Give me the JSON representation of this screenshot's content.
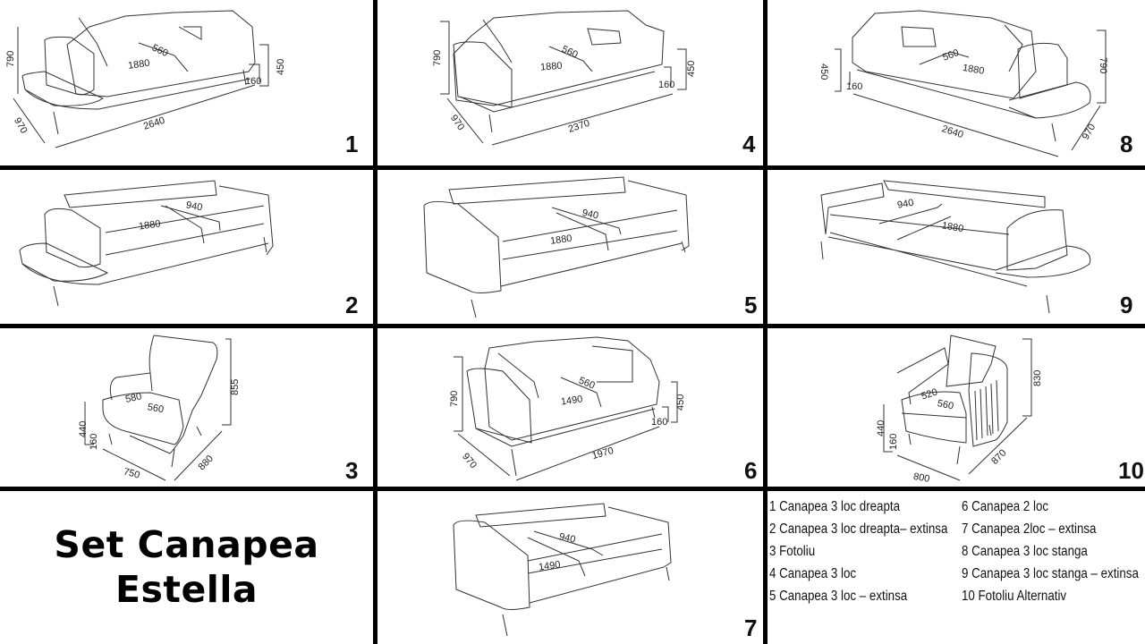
{
  "title": {
    "line1": "Set Canapea",
    "line2": "Estella"
  },
  "panels": [
    {
      "id": 1,
      "number": "1",
      "dims": {
        "height_total": "790",
        "seat_height": "450",
        "leg_height": "160",
        "depth": "970",
        "width": "2640",
        "seat_width": "1880",
        "seat_depth": "560"
      }
    },
    {
      "id": 4,
      "number": "4",
      "dims": {
        "height_total": "790",
        "seat_height": "450",
        "leg_height": "160",
        "depth": "970",
        "width": "2370",
        "seat_width": "1880",
        "seat_depth": "560"
      }
    },
    {
      "id": 8,
      "number": "8",
      "dims": {
        "height_total": "790",
        "seat_height": "450",
        "leg_height": "160",
        "depth": "970",
        "width": "2640",
        "seat_width": "1880",
        "seat_depth": "560"
      }
    },
    {
      "id": 2,
      "number": "2",
      "dims": {
        "bed_width": "1880",
        "bed_depth": "940"
      }
    },
    {
      "id": 5,
      "number": "5",
      "dims": {
        "bed_width": "1880",
        "bed_depth": "940"
      }
    },
    {
      "id": 9,
      "number": "9",
      "dims": {
        "bed_width": "1880",
        "bed_depth": "940"
      }
    },
    {
      "id": 3,
      "number": "3",
      "dims": {
        "height_total": "855",
        "seat_height": "440",
        "leg_height": "160",
        "width": "750",
        "depth": "880",
        "seat_width": "560",
        "seat_depth": "580"
      }
    },
    {
      "id": 6,
      "number": "6",
      "dims": {
        "height_total": "790",
        "seat_height": "450",
        "leg_height": "160",
        "depth": "970",
        "width": "1970",
        "seat_width": "1490",
        "seat_depth": "560"
      }
    },
    {
      "id": 10,
      "number": "10",
      "dims": {
        "height_total": "830",
        "seat_height": "440",
        "leg_height": "160",
        "width": "800",
        "depth": "870",
        "seat_width": "560",
        "seat_depth": "520"
      }
    },
    {
      "id": 7,
      "number": "7",
      "dims": {
        "bed_width": "1490",
        "bed_depth": "940"
      }
    }
  ],
  "legend": {
    "col1": [
      "1 Canapea 3 loc dreapta",
      "2 Canapea 3 loc dreapta– extinsa",
      "3  Fotoliu",
      "4 Canapea 3 loc",
      "5 Canapea 3 loc – extinsa"
    ],
    "col2": [
      "6 Canapea 2 loc",
      "7 Canapea 2loc – extinsa",
      "8 Canapea 3 loc stanga",
      "9 Canapea 3 loc stanga – extinsa",
      "10 Fotoliu  Alternativ"
    ]
  },
  "colors": {
    "grid": "#000000",
    "line": "#333333",
    "background": "#ffffff"
  }
}
